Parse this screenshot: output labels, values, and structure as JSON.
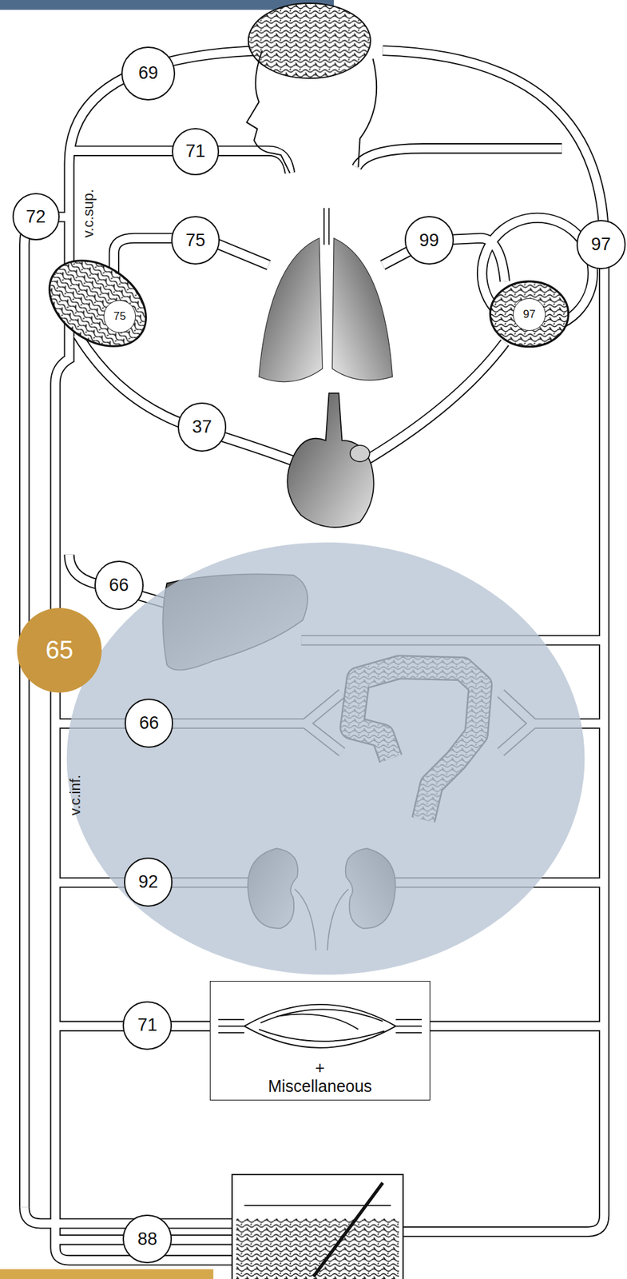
{
  "diagram": {
    "nodes": [
      {
        "text": [
          "69"
        ]
      },
      {
        "text": [
          "71"
        ]
      },
      {
        "text": [
          "72"
        ]
      },
      {
        "text": [
          "75"
        ]
      },
      {
        "text": [
          "99"
        ]
      },
      {
        "text": [
          "97"
        ]
      },
      {
        "text": [
          "75"
        ]
      },
      {
        "text": [
          "97"
        ]
      },
      {
        "text": [
          "37"
        ]
      },
      {
        "text": [
          "66"
        ]
      },
      {
        "text": [
          "65"
        ]
      },
      {
        "text": [
          "66"
        ]
      },
      {
        "text": [
          "92"
        ]
      },
      {
        "text": [
          "71"
        ]
      },
      {
        "text": [
          "+",
          "Miscellaneous"
        ]
      },
      {
        "text": [
          "88"
        ]
      }
    ],
    "labels": [
      "v.c.sup.",
      "v.c.inf."
    ]
  }
}
